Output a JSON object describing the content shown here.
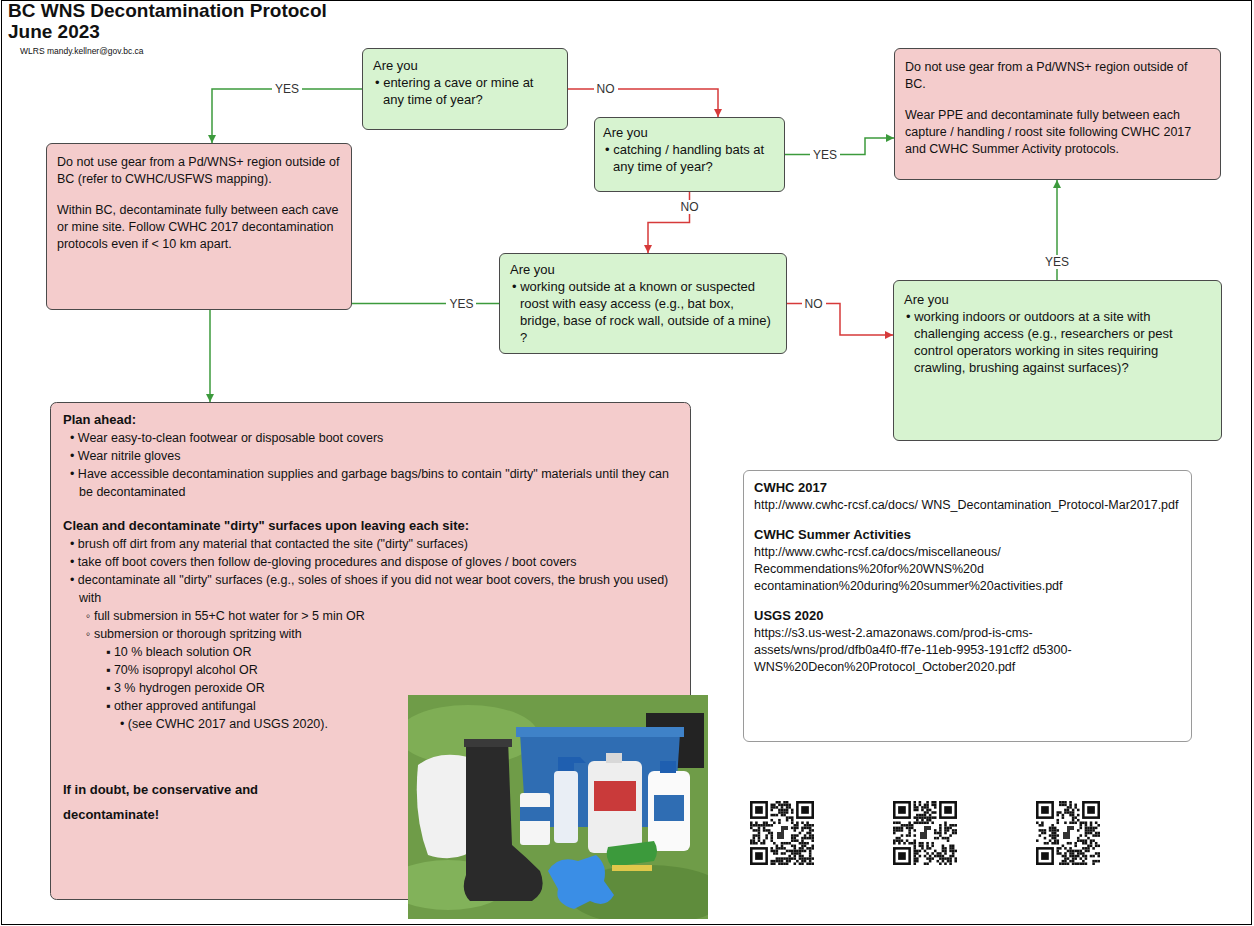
{
  "diagram": {
    "title": "BC WNS Decontamination Protocol",
    "nodes": [
      {
        "text": [
          "Are you",
          "• entering a cave or mine at any time of year?"
        ]
      },
      {
        "text": [
          "Do not use gear from a Pd/WNS+ region outside of BC (refer to CWHC/USFWS mapping).",
          "Within BC, decontaminate fully between each cave or mine site. Follow CWHC 2017 decontamination protocols even if < 10 km apart."
        ]
      },
      {
        "text": [
          "Are you",
          "• catching / handling bats at any time of year?"
        ]
      },
      {
        "text": [
          "Do not use gear from a Pd/WNS+ region outside of BC.",
          "Wear PPE and decontaminate fully between each capture / handling / roost site following CWHC 2017 and CWHC Summer Activity protocols."
        ]
      },
      {
        "text": [
          "Are you",
          "• working outside at a known or suspected roost with easy access (e.g., bat box, bridge, base of rock wall, outside of a mine) ?"
        ]
      },
      {
        "text": [
          "Are you",
          "• working indoors or outdoors at a site with challenging access (e.g., researchers or pest control operators working in sites requiring crawling, brushing against surfaces)?"
        ]
      },
      {
        "text": [
          "Plan ahead:",
          "• Wear easy-to-clean footwear or disposable boot covers",
          "• Wear nitrile gloves",
          "• Have accessible decontamination supplies and garbage bags/bins to contain \"dirty\" materials until they can be decontaminated",
          "Clean and decontaminate \"dirty\" surfaces upon leaving each site:",
          "• brush off dirt from any material that contacted the site (\"dirty\" surfaces)",
          "• take off boot covers then follow de-gloving procedures and dispose of gloves / boot covers",
          "• decontaminate all \"dirty\" surfaces (e.g., soles of shoes if you did not wear boot covers, the brush you used) with",
          "◦ full submersion in 55+C hot water for > 5 min OR",
          "◦ submersion or thorough spritzing with",
          "▪ 10 % bleach solution OR",
          "▪ 70% isopropyl alcohol OR",
          "▪ 3 % hydrogen peroxide OR",
          "▪ other approved antifungal",
          "• (see CWHC 2017 and USGS 2020).",
          "If in doubt, be conservative and decontaminate!"
        ]
      },
      {
        "text": [
          "CWHC 2017",
          "http://www.cwhc-rcsf.ca/docs/ WNS_Decontamination_Protocol-Mar2017.pdf",
          "CWHC Summer Activities",
          "http://www.cwhc-rcsf.ca/docs/miscellaneous/ Recommendations%20for%20WNS%20d econtamination%20during%20summer%20activities.pdf",
          "USGS 2020",
          "https://s3.us-west-2.amazonaws.com/prod-is-cms- assets/wns/prod/dfb0a4f0-ff7e-11eb-9953-191cff2 d5300-WNS%20Decon%20Protocol_October2020.pdf"
        ]
      }
    ],
    "edges": [
      {
        "from": 0,
        "to": 1,
        "label": "YES",
        "arrow": "to"
      },
      {
        "from": 0,
        "to": 2,
        "label": "NO",
        "arrow": "to"
      },
      {
        "from": 2,
        "to": 3,
        "label": "YES",
        "arrow": "to"
      },
      {
        "from": 2,
        "to": 4,
        "label": "NO",
        "arrow": "to"
      },
      {
        "from": 4,
        "to": 6,
        "label": "YES",
        "arrow": "to"
      },
      {
        "from": 4,
        "to": 5,
        "label": "NO",
        "arrow": "to"
      },
      {
        "from": 5,
        "to": 3,
        "label": "YES",
        "arrow": "to"
      }
    ],
    "labels": [
      "June 2023",
      "WLRS mandy.kellner@gov.bc.ca"
    ]
  }
}
